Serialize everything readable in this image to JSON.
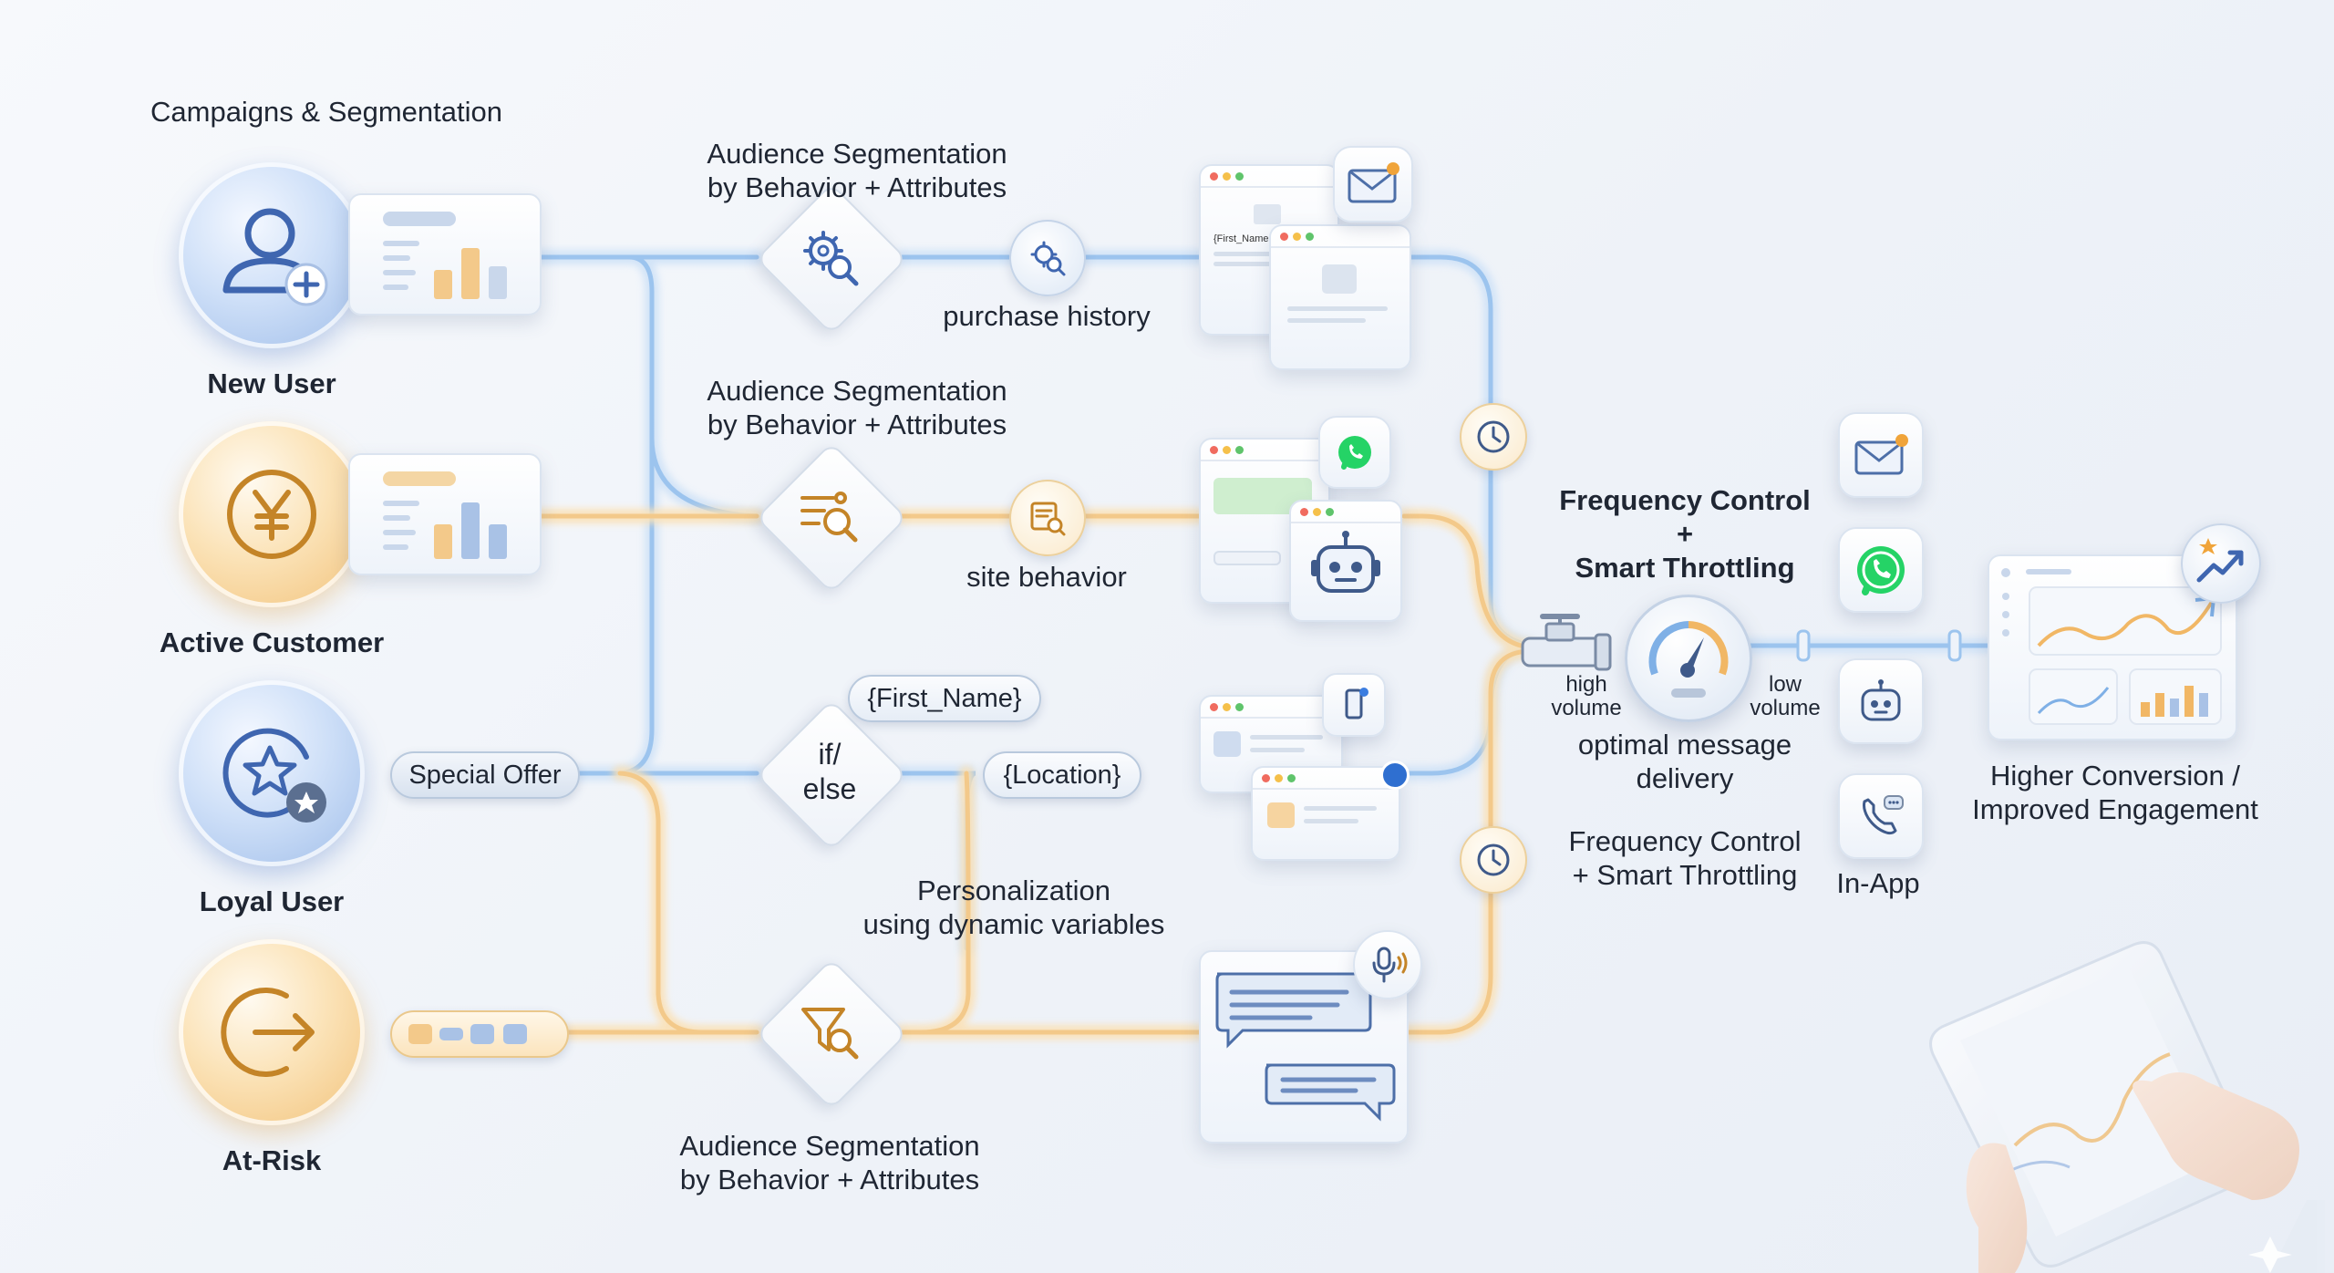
{
  "header": {
    "title": "Campaigns & Segmentation"
  },
  "segments": [
    {
      "label": "New User",
      "icon": "user-plus-icon"
    },
    {
      "label": "Active Customer",
      "icon": "yen-icon"
    },
    {
      "label": "Loyal User",
      "icon": "star-badge-icon"
    },
    {
      "label": "At-Risk",
      "icon": "exit-icon"
    }
  ],
  "pills": {
    "special_offer": "Special Offer"
  },
  "segmentation": {
    "top": "Audience Segmentation\nby Behavior + Attributes",
    "middle": "Audience Segmentation\nby Behavior + Attributes",
    "bottom": "Audience Segmentation\nby Behavior + Attributes",
    "purchase_history": "purchase history",
    "site_behavior": "site behavior"
  },
  "personalization": {
    "if_else": "if/\nelse",
    "first_name": "{First_Name}",
    "location": "{Location}",
    "caption": "Personalization\nusing dynamic variables",
    "mini_var": "{First_Name"
  },
  "throttling": {
    "title": "Frequency Control\n+\nSmart Throttling",
    "high": "high\nvolume",
    "low": "low\nvolume",
    "delivery": "optimal message\ndelivery",
    "bottom": "Frequency Control\n+ Smart Throttling"
  },
  "channels": {
    "in_app": "In-App"
  },
  "result": {
    "label": "Higher Conversion /\nImproved Engagement"
  },
  "colors": {
    "blue": "#8fb7e6",
    "orange": "#f1c27f",
    "accent_blue": "#3f66b0",
    "accent_orange": "#c48427",
    "whatsapp": "#25d366"
  }
}
